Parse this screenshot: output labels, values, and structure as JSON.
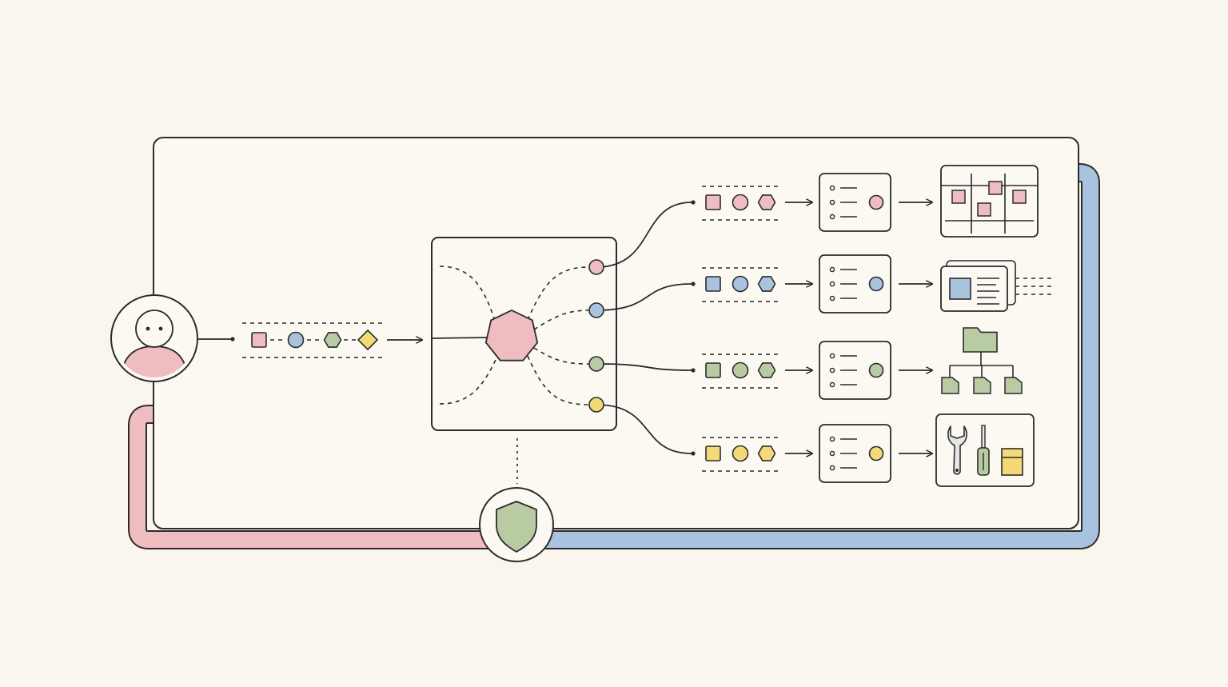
{
  "colors": {
    "background": "#faf6ee",
    "panel": "#fcf9f2",
    "ink": "#2b2b2b",
    "pink": "#efbcc0",
    "blue": "#a9c2de",
    "green": "#b9cba3",
    "yellow": "#f4d977"
  },
  "user": {
    "icon": "user-avatar-icon",
    "color": "pink"
  },
  "input_tokens": [
    "square",
    "circle",
    "hexagon",
    "diamond"
  ],
  "router": {
    "icon": "heptagon-router-icon",
    "color": "pink"
  },
  "security": {
    "icon": "shield-icon",
    "color": "green"
  },
  "feedback_loops": [
    {
      "name": "input-loop",
      "color": "pink"
    },
    {
      "name": "output-loop",
      "color": "blue"
    }
  ],
  "branches": [
    {
      "key": "pink",
      "color": "pink",
      "tokens": [
        "square",
        "circle",
        "hexagon"
      ],
      "destination_icon": "kanban-board-icon"
    },
    {
      "key": "blue",
      "color": "blue",
      "tokens": [
        "square",
        "circle",
        "hexagon"
      ],
      "destination_icon": "document-stack-icon"
    },
    {
      "key": "green",
      "color": "green",
      "tokens": [
        "square",
        "circle",
        "hexagon"
      ],
      "destination_icon": "folder-tree-icon"
    },
    {
      "key": "yellow",
      "color": "yellow",
      "tokens": [
        "square",
        "circle",
        "hexagon"
      ],
      "destination_icon": "toolbox-icon"
    }
  ]
}
